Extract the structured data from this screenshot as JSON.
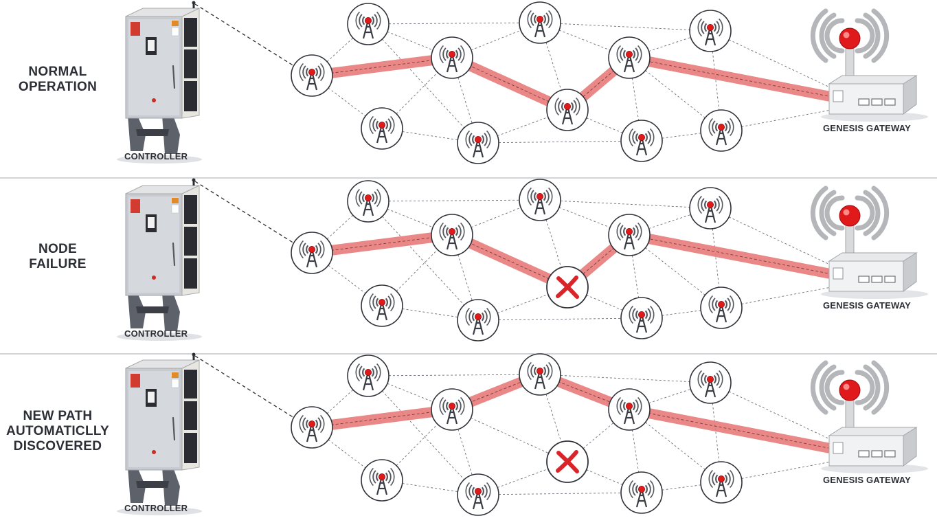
{
  "panels": [
    {
      "label": "NORMAL\nOPERATION",
      "controller_label": "CONTROLLER",
      "gateway_label": "GENESIS GATEWAY",
      "failed_node": false
    },
    {
      "label": "NODE\nFAILURE",
      "controller_label": "CONTROLLER",
      "gateway_label": "GENESIS GATEWAY",
      "failed_node": true
    },
    {
      "label": "NEW PATH\nAUTOMATICLLY\nDISCOVERED",
      "controller_label": "CONTROLLER",
      "gateway_label": "GENESIS GATEWAY",
      "failed_node": true
    }
  ],
  "colors": {
    "route": "#e87a7a",
    "node_dot": "#e0191b",
    "failure_x": "#d9252a",
    "mesh_line": "#6b6f78",
    "label_text": "#2c2f36"
  },
  "icons": {
    "node": "radio-tower-icon",
    "failed": "x-mark-icon",
    "controller": "controller-cabinet-icon",
    "gateway": "wireless-gateway-icon"
  }
}
